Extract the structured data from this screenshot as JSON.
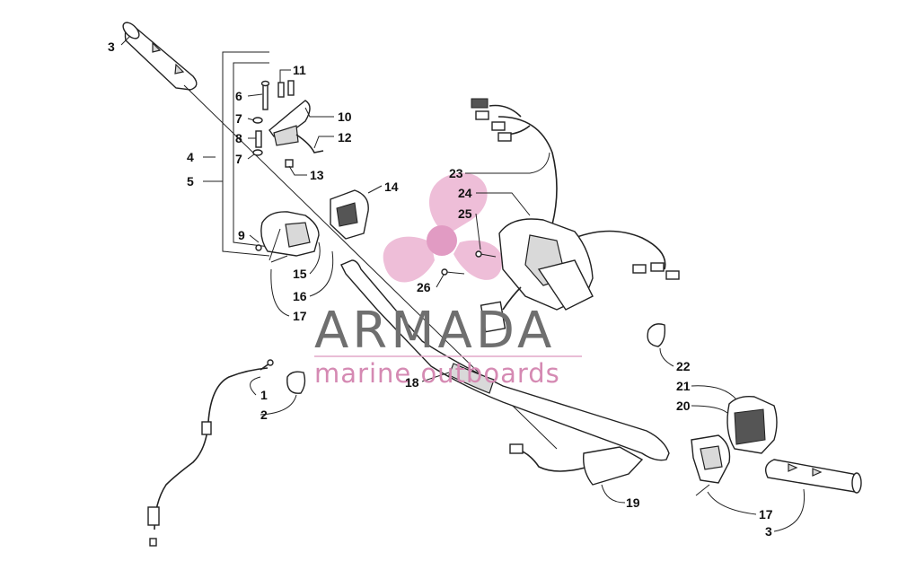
{
  "labels": {
    "l1": "1",
    "l2": "2",
    "l3a": "3",
    "l3b": "3",
    "l4": "4",
    "l5": "5",
    "l6": "6",
    "l7a": "7",
    "l7b": "7",
    "l8": "8",
    "l9": "9",
    "l10": "10",
    "l11": "11",
    "l12": "12",
    "l13": "13",
    "l14": "14",
    "l15": "15",
    "l16": "16",
    "l17a": "17",
    "l17b": "17",
    "l18": "18",
    "l19": "19",
    "l20": "20",
    "l21": "21",
    "l22": "22",
    "l23": "23",
    "l24": "24",
    "l25": "25",
    "l26": "26"
  },
  "watermark": {
    "brand": "ARMADA",
    "tagline": "marine outboards",
    "brand_color": "#6f6f6f",
    "tagline_color": "#d58ab3",
    "logo_color": "#e9a9cb",
    "logo_center_color": "#dc8ab9"
  }
}
